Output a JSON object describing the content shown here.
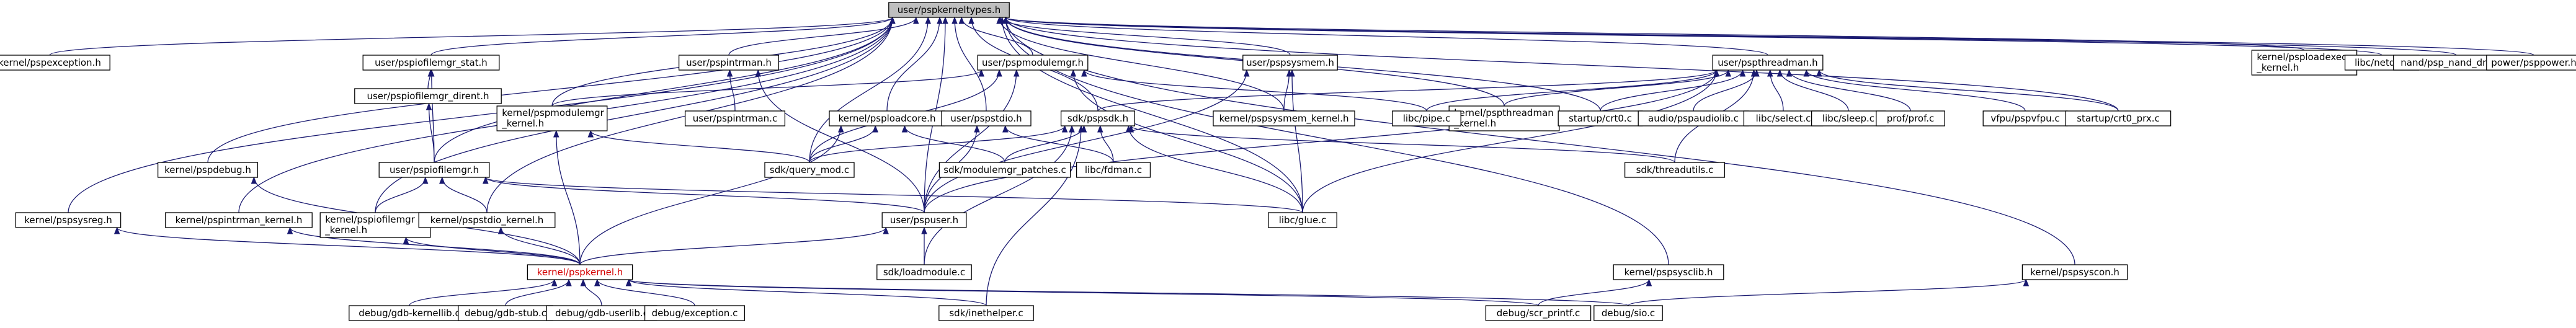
{
  "graph": {
    "title": "",
    "colors": {
      "edge": "#191970",
      "node_border": "#000000",
      "root_fill": "#bfbfbf",
      "highlight_text": "#d40000"
    },
    "nodes": [
      {
        "id": "pspkerneltypes",
        "label": "user/pspkerneltypes.h",
        "root": true
      },
      {
        "id": "pspexception",
        "label": "kernel/pspexception.h"
      },
      {
        "id": "psploadexec",
        "lines": [
          "kernel/psploadexec",
          "_kernel.h"
        ]
      },
      {
        "id": "netdb",
        "label": "libc/netdb.c"
      },
      {
        "id": "psp_nand",
        "label": "nand/psp_nand_driver.h"
      },
      {
        "id": "psppower",
        "label": "power/psppower.h"
      },
      {
        "id": "pspiofilemgr_stat",
        "label": "user/pspiofilemgr_stat.h"
      },
      {
        "id": "pspiofilemgr_dirent",
        "label": "user/pspiofilemgr_dirent.h"
      },
      {
        "id": "pspiofilemgr",
        "label": "user/pspiofilemgr.h"
      },
      {
        "id": "pspintrman",
        "label": "user/pspintrman.h"
      },
      {
        "id": "pspintrman_user",
        "label": "user/pspintrman.c"
      },
      {
        "id": "pspmodulemgr",
        "label": "user/pspmodulemgr.h"
      },
      {
        "id": "pspmodulemgr_kernel",
        "lines": [
          "kernel/pspmodulemgr",
          "_kernel.h"
        ]
      },
      {
        "id": "pspsysmem",
        "label": "user/pspsysmem.h"
      },
      {
        "id": "pspsysmem_kernel",
        "label": "kernel/pspsysmem_kernel.h"
      },
      {
        "id": "pspthreadman",
        "label": "user/pspthreadman.h"
      },
      {
        "id": "pspthreadman_kernel",
        "lines": [
          "kernel/pspthreadman",
          "_kernel.h"
        ]
      },
      {
        "id": "psploadcore",
        "label": "kernel/psploadcore.h"
      },
      {
        "id": "pspstdio",
        "label": "user/pspstdio.h"
      },
      {
        "id": "pspsdk",
        "label": "sdk/pspsdk.h"
      },
      {
        "id": "pipe",
        "label": "libc/pipe.c"
      },
      {
        "id": "crt0",
        "label": "startup/crt0.c"
      },
      {
        "id": "pspaudiolib",
        "label": "audio/pspaudiolib.c"
      },
      {
        "id": "select",
        "label": "libc/select.c"
      },
      {
        "id": "sleep",
        "label": "libc/sleep.c"
      },
      {
        "id": "prof",
        "label": "prof/prof.c"
      },
      {
        "id": "pspvfpu",
        "label": "vfpu/pspvfpu.c"
      },
      {
        "id": "crt0_prx",
        "label": "startup/crt0_prx.c"
      },
      {
        "id": "query_mod",
        "label": "sdk/query_mod.c"
      },
      {
        "id": "fdman",
        "label": "libc/fdman.c"
      },
      {
        "id": "modulemgr_patches",
        "label": "sdk/modulemgr_patches.c"
      },
      {
        "id": "threadutils",
        "label": "sdk/threadutils.c"
      },
      {
        "id": "pspdebug",
        "label": "kernel/pspdebug.h"
      },
      {
        "id": "pspsysreg",
        "label": "kernel/pspsysreg.h"
      },
      {
        "id": "pspintrman_kernel",
        "label": "kernel/pspintrman_kernel.h"
      },
      {
        "id": "pspiofilemgr_kernel",
        "lines": [
          "kernel/pspiofilemgr",
          "_kernel.h"
        ]
      },
      {
        "id": "pspstdio_kernel",
        "label": "kernel/pspstdio_kernel.h"
      },
      {
        "id": "pspuser",
        "label": "user/pspuser.h"
      },
      {
        "id": "glue",
        "label": "libc/glue.c"
      },
      {
        "id": "pspkernel",
        "label": "kernel/pspkernel.h",
        "highlight": true
      },
      {
        "id": "loadmodule",
        "label": "sdk/loadmodule.c"
      },
      {
        "id": "pspsysclib",
        "label": "kernel/pspsysclib.h"
      },
      {
        "id": "pspsyscon",
        "label": "kernel/pspsyscon.h"
      },
      {
        "id": "gdb_kernellib",
        "label": "debug/gdb-kernellib.c"
      },
      {
        "id": "gdb_stub",
        "label": "debug/gdb-stub.c"
      },
      {
        "id": "gdb_userlib",
        "label": "debug/gdb-userlib.c"
      },
      {
        "id": "exception",
        "label": "debug/exception.c"
      },
      {
        "id": "inethelper",
        "label": "sdk/inethelper.c"
      },
      {
        "id": "scr_printf",
        "label": "debug/scr_printf.c"
      },
      {
        "id": "sio",
        "label": "debug/sio.c"
      }
    ],
    "edges": [
      [
        "pspexception",
        "pspkerneltypes"
      ],
      [
        "psploadexec",
        "pspkerneltypes"
      ],
      [
        "netdb",
        "pspkerneltypes"
      ],
      [
        "psp_nand",
        "pspkerneltypes"
      ],
      [
        "psppower",
        "pspkerneltypes"
      ],
      [
        "pspiofilemgr_stat",
        "pspkerneltypes"
      ],
      [
        "pspintrman",
        "pspkerneltypes"
      ],
      [
        "pspmodulemgr",
        "pspkerneltypes"
      ],
      [
        "pspsysmem",
        "pspkerneltypes"
      ],
      [
        "pspthreadman",
        "pspkerneltypes"
      ],
      [
        "pspmodulemgr_kernel",
        "pspkerneltypes"
      ],
      [
        "psploadcore",
        "pspkerneltypes"
      ],
      [
        "pspstdio",
        "pspkerneltypes"
      ],
      [
        "pspsdk",
        "pspkerneltypes"
      ],
      [
        "pspsysmem_kernel",
        "pspkerneltypes"
      ],
      [
        "pspthreadman_kernel",
        "pspkerneltypes"
      ],
      [
        "crt0",
        "pspkerneltypes"
      ],
      [
        "crt0_prx",
        "pspkerneltypes"
      ],
      [
        "query_mod",
        "pspkerneltypes"
      ],
      [
        "pspiofilemgr",
        "pspkerneltypes"
      ],
      [
        "pspdebug",
        "pspkerneltypes"
      ],
      [
        "pspsysreg",
        "pspkerneltypes"
      ],
      [
        "pspintrman_kernel",
        "pspkerneltypes"
      ],
      [
        "pspiofilemgr_kernel",
        "pspkerneltypes"
      ],
      [
        "pspstdio_kernel",
        "pspkerneltypes"
      ],
      [
        "pspuser",
        "pspkerneltypes"
      ],
      [
        "pspsysclib",
        "pspkerneltypes"
      ],
      [
        "pspsyscon",
        "pspkerneltypes"
      ],
      [
        "glue",
        "pspkerneltypes"
      ],
      [
        "pspiofilemgr_dirent",
        "pspiofilemgr_stat"
      ],
      [
        "pspiofilemgr",
        "pspiofilemgr_stat"
      ],
      [
        "pspiofilemgr",
        "pspiofilemgr_dirent"
      ],
      [
        "pspintrman_user",
        "pspintrman"
      ],
      [
        "pspuser",
        "pspintrman"
      ],
      [
        "pspmodulemgr_kernel",
        "pspmodulemgr"
      ],
      [
        "query_mod",
        "pspmodulemgr"
      ],
      [
        "pipe",
        "pspmodulemgr"
      ],
      [
        "pspuser",
        "pspmodulemgr"
      ],
      [
        "glue",
        "pspmodulemgr"
      ],
      [
        "pspsysmem_kernel",
        "pspsysmem"
      ],
      [
        "pspuser",
        "pspsysmem"
      ],
      [
        "glue",
        "pspsysmem"
      ],
      [
        "pspsdk",
        "pspthreadman"
      ],
      [
        "pipe",
        "pspthreadman"
      ],
      [
        "pspthreadman_kernel",
        "pspthreadman"
      ],
      [
        "crt0",
        "pspthreadman"
      ],
      [
        "pspaudiolib",
        "pspthreadman"
      ],
      [
        "select",
        "pspthreadman"
      ],
      [
        "sleep",
        "pspthreadman"
      ],
      [
        "prof",
        "pspthreadman"
      ],
      [
        "pspvfpu",
        "pspthreadman"
      ],
      [
        "crt0_prx",
        "pspthreadman"
      ],
      [
        "threadutils",
        "pspthreadman"
      ],
      [
        "glue",
        "pspthreadman"
      ],
      [
        "pspuser",
        "pspthreadman"
      ],
      [
        "query_mod",
        "pspmodulemgr_kernel"
      ],
      [
        "pspkernel",
        "pspmodulemgr_kernel"
      ],
      [
        "query_mod",
        "psploadcore"
      ],
      [
        "modulemgr_patches",
        "psploadcore"
      ],
      [
        "pspkernel",
        "psploadcore"
      ],
      [
        "fdman",
        "pspstdio"
      ],
      [
        "pspuser",
        "pspstdio"
      ],
      [
        "query_mod",
        "pspsdk"
      ],
      [
        "fdman",
        "pspsdk"
      ],
      [
        "modulemgr_patches",
        "pspsdk"
      ],
      [
        "threadutils",
        "pspsdk"
      ],
      [
        "inethelper",
        "pspsdk"
      ],
      [
        "loadmodule",
        "pspsdk"
      ],
      [
        "glue",
        "pspsdk"
      ],
      [
        "pspkernel",
        "pspdebug"
      ],
      [
        "pspkernel",
        "pspsysreg"
      ],
      [
        "pspkernel",
        "pspintrman_kernel"
      ],
      [
        "pspkernel",
        "pspiofilemgr_kernel"
      ],
      [
        "pspkernel",
        "pspstdio_kernel"
      ],
      [
        "pspiofilemgr_kernel",
        "pspiofilemgr"
      ],
      [
        "pspstdio_kernel",
        "pspiofilemgr"
      ],
      [
        "pspuser",
        "pspiofilemgr"
      ],
      [
        "glue",
        "pspiofilemgr"
      ],
      [
        "loadmodule",
        "pspuser"
      ],
      [
        "pspkernel",
        "pspuser"
      ],
      [
        "gdb_kernellib",
        "pspkernel"
      ],
      [
        "gdb_stub",
        "pspkernel"
      ],
      [
        "gdb_userlib",
        "pspkernel"
      ],
      [
        "exception",
        "pspkernel"
      ],
      [
        "inethelper",
        "pspkernel"
      ],
      [
        "scr_printf",
        "pspkernel"
      ],
      [
        "sio",
        "pspkernel"
      ],
      [
        "scr_printf",
        "pspsysclib"
      ],
      [
        "sio",
        "pspsyscon"
      ]
    ]
  }
}
